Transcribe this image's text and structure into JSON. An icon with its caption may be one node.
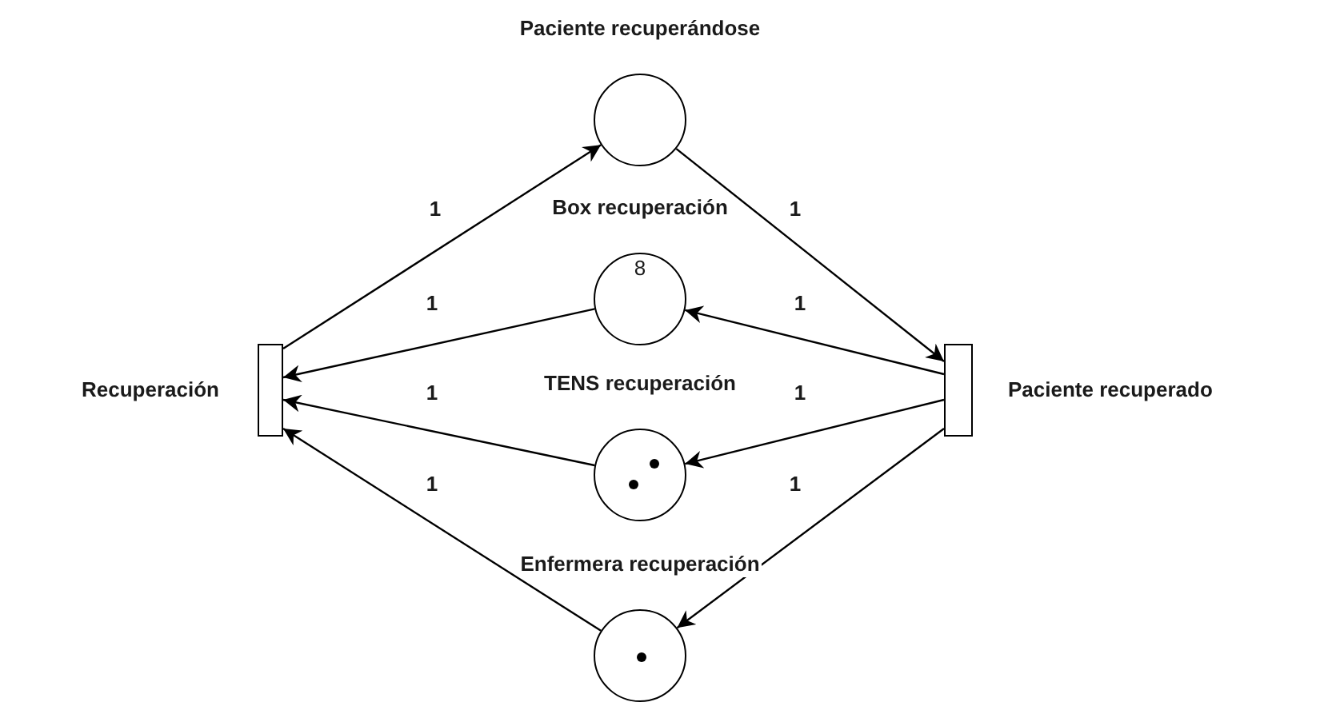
{
  "diagram": {
    "nodes": [
      {
        "text": [
          "Recuperación"
        ]
      },
      {
        "text": [
          "Paciente recuperándose"
        ]
      },
      {
        "text": [
          "Box recuperación",
          "8"
        ]
      },
      {
        "text": [
          "TENS recuperación"
        ]
      },
      {
        "text": [
          "Enfermera recuperación"
        ]
      },
      {
        "text": [
          "Paciente recuperado"
        ]
      }
    ],
    "edges": [
      {
        "from": 0,
        "to": 1,
        "arrow": "to",
        "label": "1"
      },
      {
        "from": 1,
        "to": 5,
        "arrow": "to",
        "label": "1"
      },
      {
        "from": 2,
        "to": 0,
        "arrow": "to",
        "label": "1"
      },
      {
        "from": 5,
        "to": 2,
        "arrow": "to",
        "label": "1"
      },
      {
        "from": 3,
        "to": 0,
        "arrow": "to",
        "label": "1"
      },
      {
        "from": 5,
        "to": 3,
        "arrow": "to",
        "label": "1"
      },
      {
        "from": 4,
        "to": 0,
        "arrow": "to",
        "label": "1"
      },
      {
        "from": 5,
        "to": 4,
        "arrow": "to",
        "label": "1"
      }
    ]
  }
}
